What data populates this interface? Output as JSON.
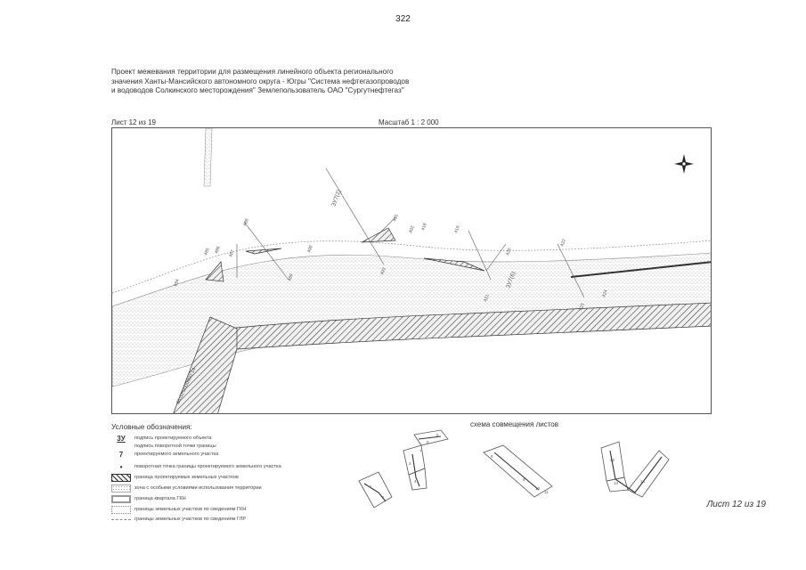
{
  "page": {
    "number": "322"
  },
  "document": {
    "title_lines": [
      "Проект межевания территории для размещения линейного объекта регионального",
      "значения Ханты-Мансийского автономного округа - Югры \"Система нефтегазопроводов",
      "и водоводов Солкинского месторождения\" Землепользователь ОАО \"Сургутнефтегаз\""
    ],
    "sheet_label": "Лист 12 из 19",
    "scale_label": "Масштаб 1 : 2 000"
  },
  "map": {
    "point_labels": [
      "484",
      "485",
      "486",
      "487",
      "488",
      "489",
      "490",
      "491",
      "492",
      "493",
      "418",
      "419",
      "420",
      "421",
      "422",
      "423",
      "424"
    ],
    "parcel_labels": [
      "3У7(2)",
      "3У7(6)"
    ],
    "cadastral_label": "86:02:0000000:14",
    "colors": {
      "line": "#444444",
      "stipple": "#9a9a9a",
      "hatch": "#333333"
    }
  },
  "legend": {
    "title": "Условные обозначения:",
    "items": [
      {
        "symbol": "3У",
        "text": "подпись проектируемого объекта"
      },
      {
        "symbol": "",
        "text": "подпись поворотной точки границы"
      },
      {
        "symbol": "7",
        "text": "проектируемого земельного участка"
      },
      {
        "symbol": "•",
        "text": "поворотная точка границы проектируемого земельного участка"
      },
      {
        "symbol": "",
        "text": "граница проектируемых земельных участков"
      },
      {
        "symbol": "",
        "text": "зона с особыми условиями использования территории"
      },
      {
        "symbol": "",
        "text": "граница квартала ГКН"
      },
      {
        "symbol": "",
        "text": "границы земельных участков по сведениям ГКН"
      },
      {
        "symbol": "",
        "text": "границы земельных участков по сведениям ГЛР"
      }
    ]
  },
  "scheme": {
    "title": "схема совмещения листов",
    "sheet_numbers": [
      "1",
      "2",
      "3",
      "4",
      "5",
      "6",
      "7",
      "8",
      "9",
      "10",
      "11",
      "12",
      "13",
      "14"
    ]
  },
  "footer": {
    "sheet_label": "Лист 12 из 19"
  }
}
